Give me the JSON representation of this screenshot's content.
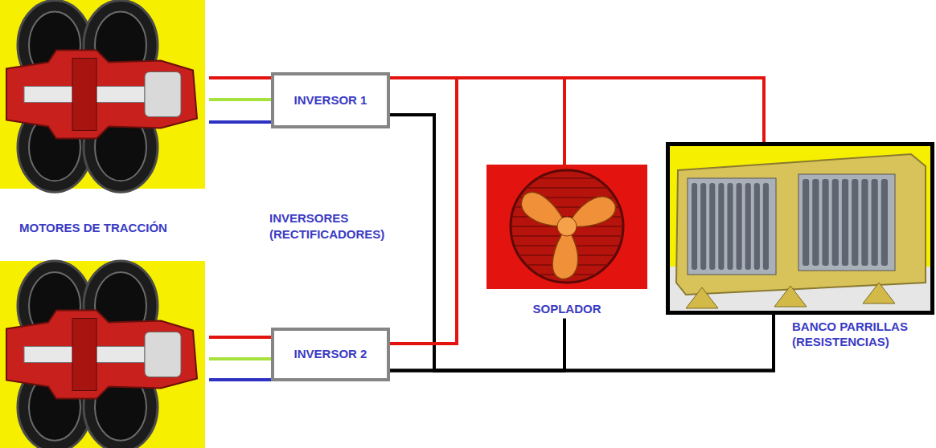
{
  "diagram": {
    "nodes": [
      {
        "text": [
          "INVERSOR 1"
        ]
      },
      {
        "text": [
          "INVERSOR 2"
        ]
      },
      {
        "text": [
          "SOPLADOR"
        ]
      },
      {
        "text": [
          "BANCO PARRILLAS (RESISTENCIAS)"
        ]
      }
    ],
    "edges": [
      {
        "from": 0,
        "to": 2,
        "arrow": "none"
      },
      {
        "from": 0,
        "to": 3,
        "arrow": "none"
      },
      {
        "from": 1,
        "to": 2,
        "arrow": "none"
      },
      {
        "from": 1,
        "to": 3,
        "arrow": "none"
      }
    ],
    "labels": [
      "MOTORES DE TRACCIÓN",
      "INVERSORES (RECTIFICADORES)"
    ]
  }
}
